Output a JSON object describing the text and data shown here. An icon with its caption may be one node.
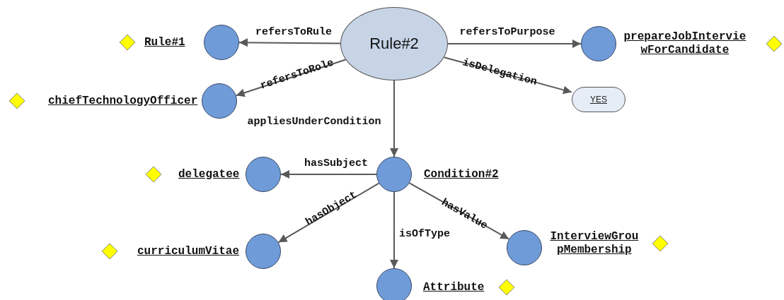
{
  "diagram": {
    "nodes": [
      {
        "text": [
          "Rule#2"
        ]
      },
      {
        "text": [],
        "shape": "circle",
        "beside": [
          "Rule#1"
        ]
      },
      {
        "text": [],
        "shape": "circle",
        "beside": [
          "prepareJobInterviewForCandidate"
        ]
      },
      {
        "text": [],
        "shape": "circle",
        "beside": [
          "chiefTechnologyOfficer"
        ]
      },
      {
        "text": [
          "YES"
        ]
      },
      {
        "text": [],
        "shape": "circle",
        "beside": [
          "Condition#2"
        ]
      },
      {
        "text": [],
        "shape": "circle",
        "beside": [
          "delegatee"
        ]
      },
      {
        "text": [],
        "shape": "circle",
        "beside": [
          "curriculumVitae"
        ]
      },
      {
        "text": [],
        "shape": "circle",
        "beside": [
          "Attribute"
        ]
      },
      {
        "text": [],
        "shape": "circle",
        "beside": [
          "InterviewGroupMembership"
        ]
      }
    ],
    "edges": [
      {
        "from": 0,
        "to": 1,
        "arrow": "to",
        "label": "refersToRule"
      },
      {
        "from": 0,
        "to": 2,
        "arrow": "to",
        "label": "refersToPurpose"
      },
      {
        "from": 0,
        "to": 3,
        "arrow": "to",
        "label": "refersToRole"
      },
      {
        "from": 0,
        "to": 4,
        "arrow": "to",
        "label": "isDelegation"
      },
      {
        "from": 0,
        "to": 5,
        "arrow": "to",
        "label": "appliesUnderCondition"
      },
      {
        "from": 5,
        "to": 6,
        "arrow": "to",
        "label": "hasSubject"
      },
      {
        "from": 5,
        "to": 7,
        "arrow": "to",
        "label": "hasObject"
      },
      {
        "from": 5,
        "to": 8,
        "arrow": "to",
        "label": "isOfType"
      },
      {
        "from": 5,
        "to": 9,
        "arrow": "to",
        "label": "hasValue"
      }
    ]
  }
}
